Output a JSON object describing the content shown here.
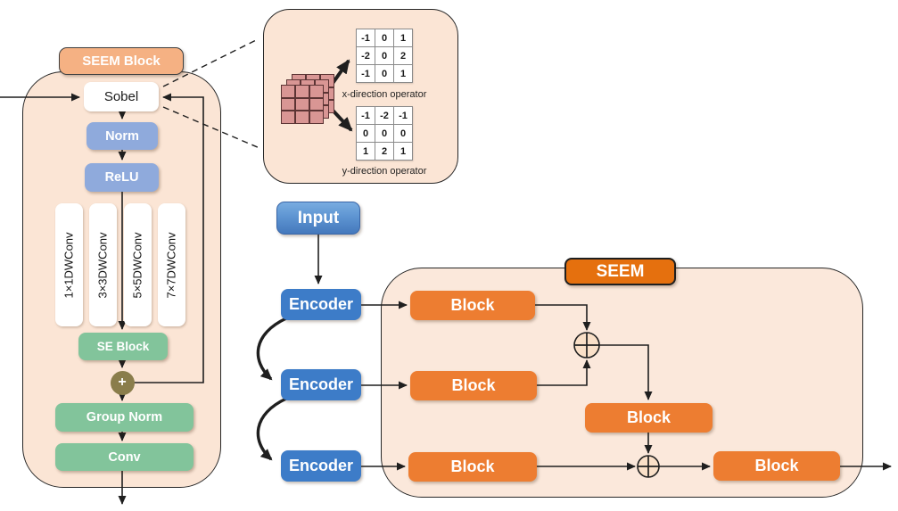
{
  "seem_block": {
    "title": "SEEM Block",
    "sobel": "Sobel",
    "norm": "Norm",
    "relu": "ReLU",
    "branches": [
      "1×1DWConv",
      "3×3DWConv",
      "5×5DWConv",
      "7×7DWConv"
    ],
    "se_block": "SE Block",
    "add": "+",
    "group_norm": "Group Norm",
    "conv": "Conv"
  },
  "sobel_detail": {
    "x_operator": {
      "label": "x-direction operator",
      "matrix": [
        [
          "-1",
          "0",
          "1"
        ],
        [
          "-2",
          "0",
          "2"
        ],
        [
          "-1",
          "0",
          "1"
        ]
      ]
    },
    "y_operator": {
      "label": "y-direction operator",
      "matrix": [
        [
          "-1",
          "-2",
          "-1"
        ],
        [
          "0",
          "0",
          "0"
        ],
        [
          "1",
          "2",
          "1"
        ]
      ]
    }
  },
  "pipeline": {
    "input": "Input",
    "encoders": [
      "Encoder",
      "Encoder",
      "Encoder"
    ],
    "seem": "SEEM",
    "blocks": [
      "Block",
      "Block",
      "Block",
      "Block",
      "Block"
    ]
  },
  "colors": {
    "container_peach": "#FBE5D5",
    "header_orange": "#F5B183",
    "norm_blue": "#8FAADC",
    "green": "#82C49B",
    "add_olive": "#8A7D4B",
    "encoder_blue": "#3D7CC8",
    "input_blue": "#5B93D1",
    "block_orange": "#ED7D31",
    "seem_orange": "#E5700E",
    "kernel_pink": "#D99694",
    "line": "#1F1F1F"
  }
}
